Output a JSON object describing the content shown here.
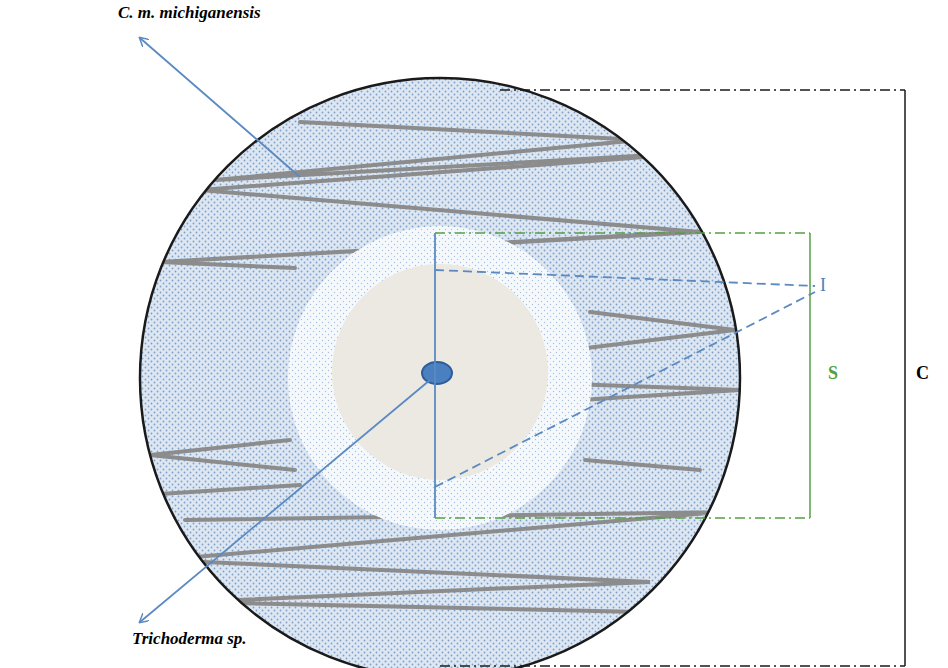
{
  "diagram": {
    "labels": [
      "C. m. michiganensis",
      "Trichoderma sp.",
      "I",
      "S",
      "C"
    ]
  }
}
